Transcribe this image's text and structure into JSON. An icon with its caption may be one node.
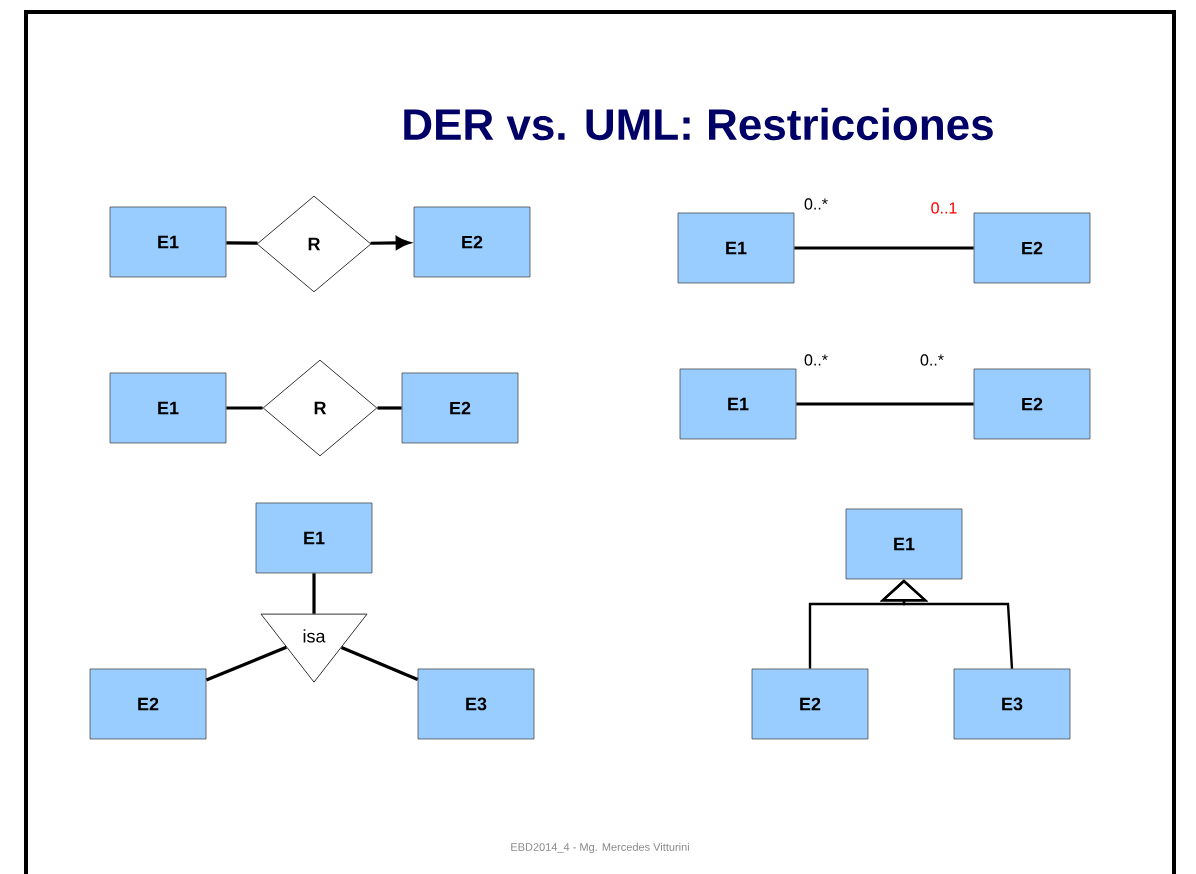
{
  "diagram": {
    "title": "DER vs. UML: Restricciones",
    "caption": "EBD2014_4 - Mg. Mercedes Vitturini",
    "nodes": [
      {
        "text": [
          "E1"
        ]
      },
      {
        "text": [
          "R"
        ]
      },
      {
        "text": [
          "E2"
        ]
      },
      {
        "text": [
          "E1"
        ]
      },
      {
        "text": [
          "E2"
        ]
      },
      {
        "text": [
          "E1"
        ]
      },
      {
        "text": [
          "R"
        ]
      },
      {
        "text": [
          "E2"
        ]
      },
      {
        "text": [
          "E1"
        ]
      },
      {
        "text": [
          "E2"
        ]
      },
      {
        "text": [
          "E1"
        ]
      },
      {
        "text": [
          "isa"
        ]
      },
      {
        "text": [
          "E2"
        ]
      },
      {
        "text": [
          "E3"
        ]
      },
      {
        "text": [
          "E1"
        ]
      },
      {
        "text": [
          "E2"
        ]
      },
      {
        "text": [
          "E3"
        ]
      }
    ],
    "edges": [
      {
        "from": 0,
        "to": 1,
        "arrow": "none"
      },
      {
        "from": 1,
        "to": 2,
        "arrow": "to"
      },
      {
        "from": 3,
        "to": 4,
        "arrow": "none"
      },
      {
        "from": 5,
        "to": 6,
        "arrow": "none"
      },
      {
        "from": 6,
        "to": 7,
        "arrow": "none"
      },
      {
        "from": 8,
        "to": 9,
        "arrow": "none"
      },
      {
        "from": 10,
        "to": 11,
        "arrow": "none"
      },
      {
        "from": 11,
        "to": 12,
        "arrow": "none"
      },
      {
        "from": 11,
        "to": 13,
        "arrow": "none"
      },
      {
        "from": 15,
        "to": 14,
        "arrow": "to"
      },
      {
        "from": 16,
        "to": 14,
        "arrow": "to"
      }
    ],
    "labels": [
      "0..*",
      "0..1",
      "0..*",
      "0..*"
    ]
  }
}
